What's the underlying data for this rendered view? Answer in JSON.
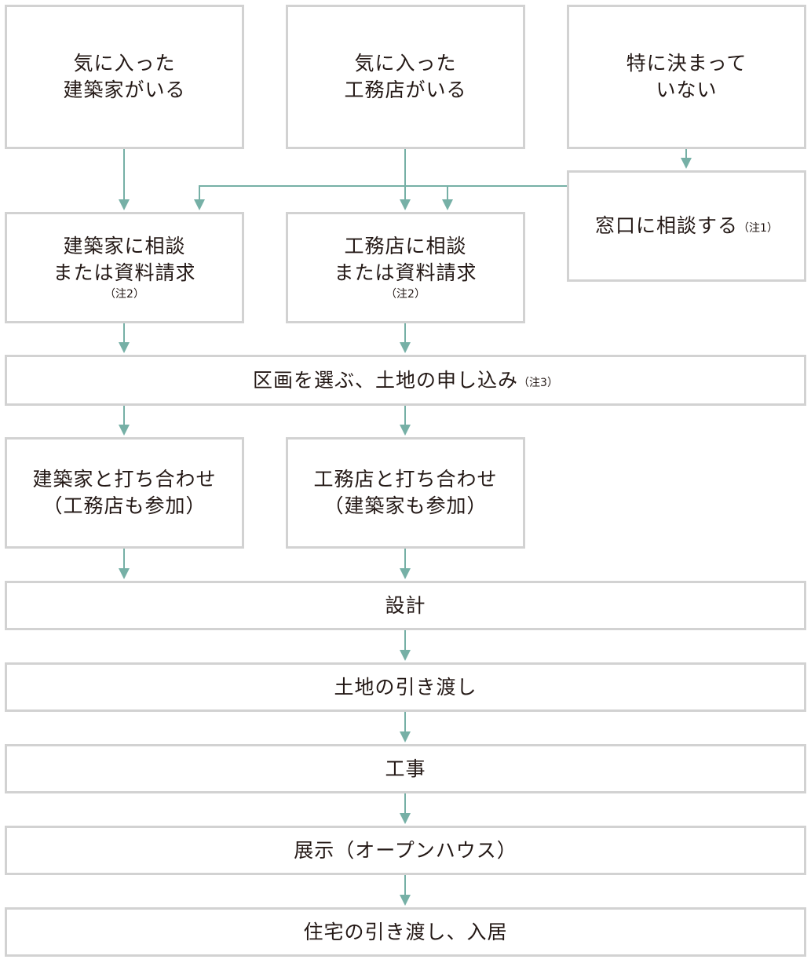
{
  "colors": {
    "arrow": "#76b0a6",
    "border": "#d2d2d2",
    "text": "#231815"
  },
  "start": {
    "architect": {
      "line1": "気に入った",
      "line2": "建築家がいる"
    },
    "builder": {
      "line1": "気に入った",
      "line2": "工務店がいる"
    },
    "undecided": {
      "line1": "特に決まって",
      "line2": "いない"
    }
  },
  "consult": {
    "architect": {
      "line1": "建築家に相談",
      "line2": "または資料請求",
      "note": "（注2）"
    },
    "builder": {
      "line1": "工務店に相談",
      "line2": "または資料請求",
      "note": "（注2）"
    },
    "window": {
      "text": "窓口に相談する",
      "note": "（注1）"
    }
  },
  "lot": {
    "text": "区画を選ぶ、土地の申し込み",
    "note": "（注3）"
  },
  "meeting": {
    "architect": {
      "line1": "建築家と打ち合わせ",
      "line2": "（工務店も参加）"
    },
    "builder": {
      "line1": "工務店と打ち合わせ",
      "line2": "（建築家も参加）"
    }
  },
  "steps": [
    "設計",
    "土地の引き渡し",
    "工事",
    "展示（オープンハウス）",
    "住宅の引き渡し、入居"
  ]
}
